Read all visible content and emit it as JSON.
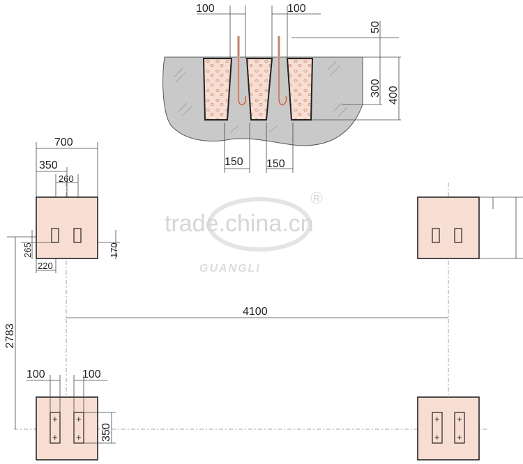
{
  "section_view": {
    "dims": {
      "left_gap": "100",
      "right_gap": "100",
      "top_offset": "50",
      "depth_inner": "300",
      "depth_total": "400",
      "bottom_left": "150",
      "bottom_right": "150"
    }
  },
  "top_left_pad": {
    "dims": {
      "width": "700",
      "half": "350",
      "slot_span": "260",
      "height_265": "265",
      "height_170": "170",
      "offset_220": "220"
    }
  },
  "layout": {
    "span": "4100",
    "depth": "2783"
  },
  "bottom_left_pad": {
    "dims": {
      "left_100": "100",
      "right_100": "100",
      "height_350": "350"
    }
  },
  "watermark": {
    "site": "trade.china.cn",
    "brand": "GUANGLI",
    "registered": "R"
  },
  "colors": {
    "concrete": "#c9c9c9",
    "pad_fill": "#f8ddd3",
    "stroke": "#222222"
  }
}
